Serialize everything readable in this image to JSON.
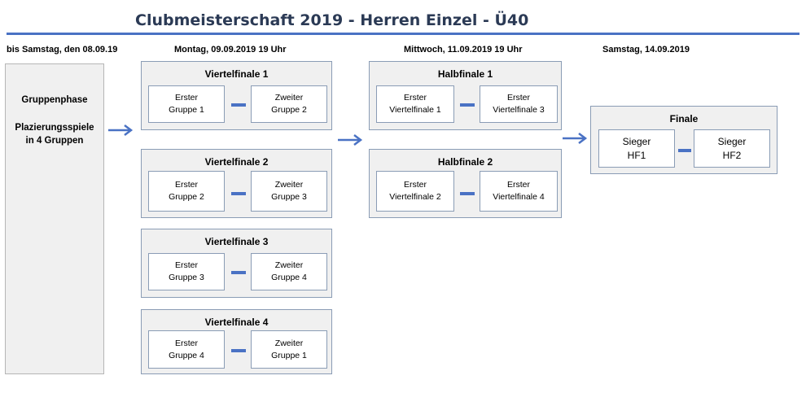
{
  "title": "Clubmeisterschaft 2019 - Herren Einzel - Ü40",
  "colors": {
    "accent": "#4a72c4",
    "box_fill": "#f0f0f0",
    "box_border": "#8a9cb5"
  },
  "dates": {
    "group": "bis Samstag, den 08.09.19",
    "quarter": "Montag, 09.09.2019 19 Uhr",
    "semi": "Mittwoch, 11.09.2019 19 Uhr",
    "final": "Samstag, 14.09.2019"
  },
  "group_phase": {
    "line1": "Gruppenphase",
    "line2": "Plazierungsspiele",
    "line3": "in 4 Gruppen"
  },
  "quarterfinals": [
    {
      "title": "Viertelfinale 1",
      "left": [
        "Erster",
        "Gruppe 1"
      ],
      "right": [
        "Zweiter",
        "Gruppe 2"
      ]
    },
    {
      "title": "Viertelfinale 2",
      "left": [
        "Erster",
        "Gruppe 2"
      ],
      "right": [
        "Zweiter",
        "Gruppe 3"
      ]
    },
    {
      "title": "Viertelfinale 3",
      "left": [
        "Erster",
        "Gruppe 3"
      ],
      "right": [
        "Zweiter",
        "Gruppe 4"
      ]
    },
    {
      "title": "Viertelfinale 4",
      "left": [
        "Erster",
        "Gruppe 4"
      ],
      "right": [
        "Zweiter",
        "Gruppe 1"
      ]
    }
  ],
  "semifinals": [
    {
      "title": "Halbfinale 1",
      "left": [
        "Erster",
        "Viertelfinale 1"
      ],
      "right": [
        "Erster",
        "Viertelfinale 3"
      ]
    },
    {
      "title": "Halbfinale 2",
      "left": [
        "Erster",
        "Viertelfinale 2"
      ],
      "right": [
        "Erster",
        "Viertelfinale 4"
      ]
    }
  ],
  "final": {
    "title": "Finale",
    "left": [
      "Sieger",
      "HF1"
    ],
    "right": [
      "Sieger",
      "HF2"
    ]
  }
}
